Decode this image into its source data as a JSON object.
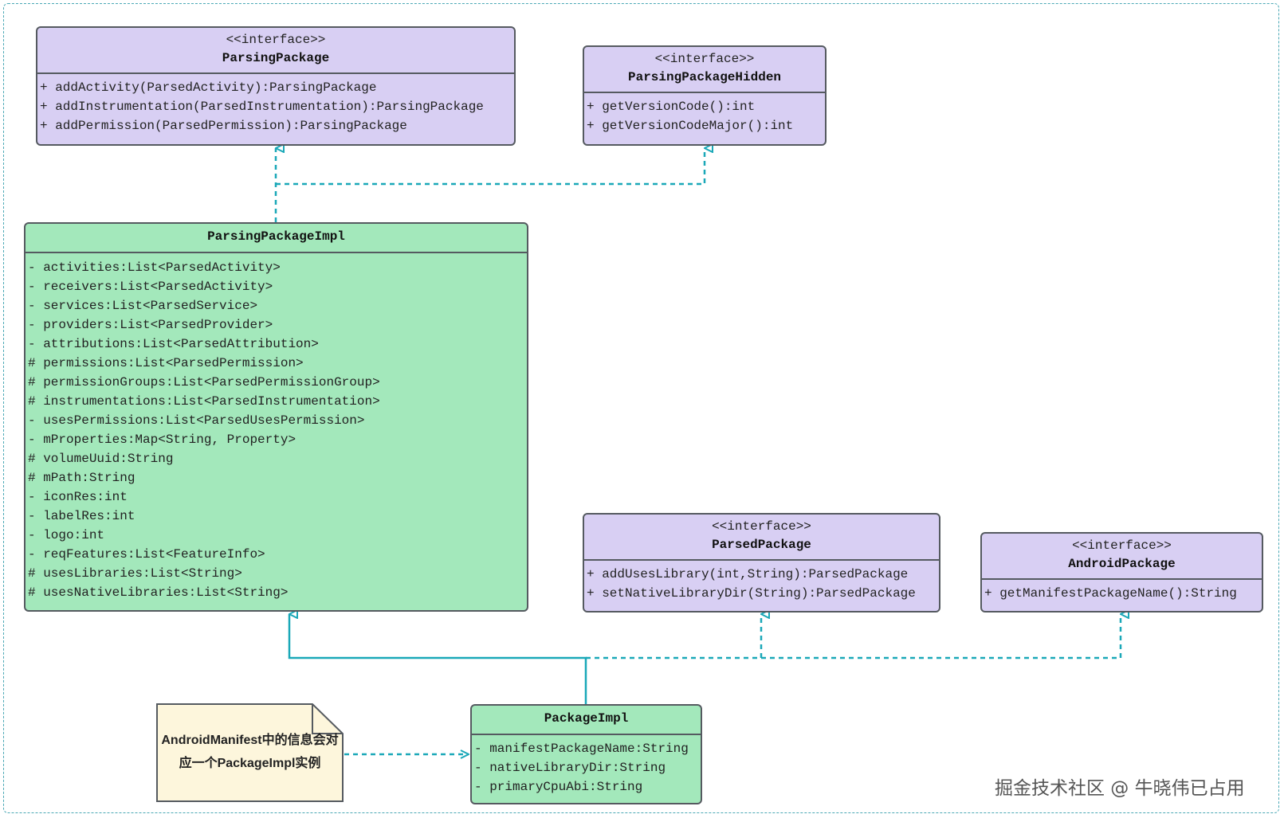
{
  "classes": {
    "parsing_package": {
      "stereotype": "<<interface>>",
      "name": "ParsingPackage",
      "members": [
        "+ addActivity(ParsedActivity):ParsingPackage",
        "+ addInstrumentation(ParsedInstrumentation):ParsingPackage",
        "+ addPermission(ParsedPermission):ParsingPackage"
      ]
    },
    "parsing_package_hidden": {
      "stereotype": "<<interface>>",
      "name": "ParsingPackageHidden",
      "members": [
        "+ getVersionCode():int",
        "+ getVersionCodeMajor():int"
      ]
    },
    "parsing_package_impl": {
      "name": "ParsingPackageImpl",
      "members": [
        "- activities:List<ParsedActivity>",
        "- receivers:List<ParsedActivity>",
        "- services:List<ParsedService>",
        "- providers:List<ParsedProvider>",
        "- attributions:List<ParsedAttribution>",
        "# permissions:List<ParsedPermission>",
        "# permissionGroups:List<ParsedPermissionGroup>",
        "# instrumentations:List<ParsedInstrumentation>",
        "- usesPermissions:List<ParsedUsesPermission>",
        "- mProperties:Map<String, Property>",
        "# volumeUuid:String",
        "# mPath:String",
        "- iconRes:int",
        "- labelRes:int",
        "- logo:int",
        "- reqFeatures:List<FeatureInfo>",
        "# usesLibraries:List<String>",
        "# usesNativeLibraries:List<String>"
      ]
    },
    "parsed_package": {
      "stereotype": "<<interface>>",
      "name": "ParsedPackage",
      "members": [
        "+ addUsesLibrary(int,String):ParsedPackage",
        "+ setNativeLibraryDir(String):ParsedPackage"
      ]
    },
    "android_package": {
      "stereotype": "<<interface>>",
      "name": "AndroidPackage",
      "members": [
        "+ getManifestPackageName():String"
      ]
    },
    "package_impl": {
      "name": "PackageImpl",
      "members": [
        "- manifestPackageName:String",
        "- nativeLibraryDir:String",
        "- primaryCpuAbi:String"
      ]
    }
  },
  "note": {
    "line1": "AndroidManifest中的信息会对",
    "line2": "应一个PackageImpl实例"
  },
  "watermark": "掘金技术社区 @ 牛晓伟已占用",
  "colors": {
    "interface_fill": "#d8cff3",
    "impl_fill": "#a3e8bb",
    "note_fill": "#fdf6dc",
    "connector": "#1aa8b8",
    "border": "#555a60"
  }
}
